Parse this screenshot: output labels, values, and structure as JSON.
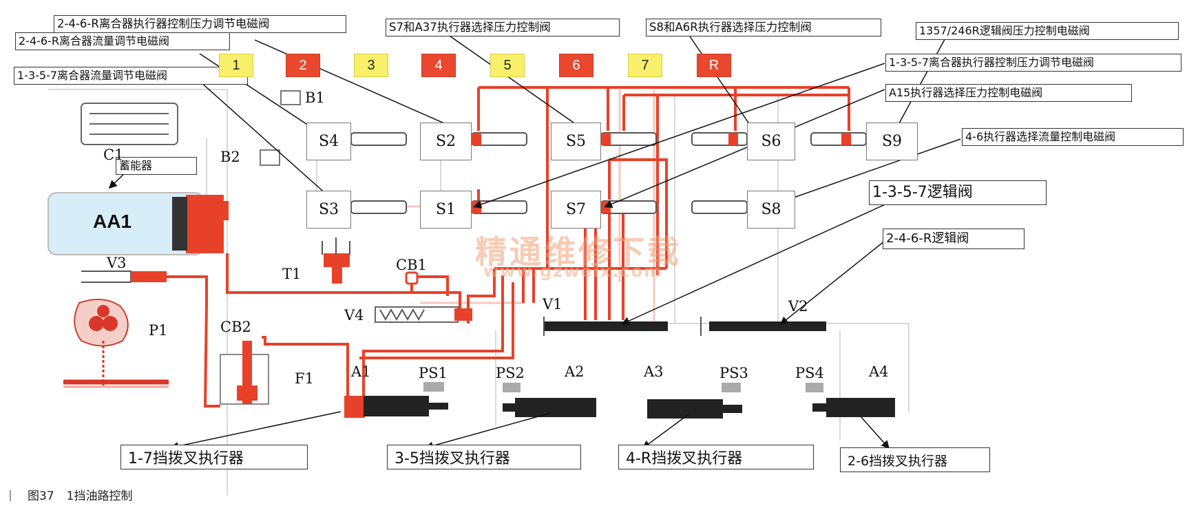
{
  "callouts": {
    "c246R_exec_pressure": "2-4-6-R离合器执行器控制压力调节电磁阀",
    "c246R_flow": "2-4-6-R离合器流量调节电磁阀",
    "c1357_flow": "1-3-5-7离合器流量调节电磁阀",
    "s7_a37": "S7和A37执行器选择压力控制阀",
    "s8_a6r": "S8和A6R执行器选择压力控制阀",
    "logic_pressure": "1357/246R逻辑阀压力控制电磁阀",
    "c1357_exec_pressure": "1-3-5-7离合器执行器控制压力调节电磁阀",
    "a15_select": "A15执行器选择压力控制电磁阀",
    "a46_flow": "4-6执行器选择流量控制电磁阀",
    "logic_1357": "1-3-5-7逻辑阀",
    "logic_246R": "2-4-6-R逻辑阀",
    "accumulator": "蓄能器"
  },
  "gears": [
    {
      "label": "1",
      "color": "#f8f06a"
    },
    {
      "label": "2",
      "color": "#e9482e"
    },
    {
      "label": "3",
      "color": "#f8f06a"
    },
    {
      "label": "4",
      "color": "#e9482e"
    },
    {
      "label": "5",
      "color": "#f8f06a"
    },
    {
      "label": "6",
      "color": "#e9482e"
    },
    {
      "label": "7",
      "color": "#f8f06a"
    },
    {
      "label": "R",
      "color": "#e9482e"
    }
  ],
  "solenoids": {
    "s1": "S1",
    "s2": "S2",
    "s3": "S3",
    "s4": "S4",
    "s5": "S5",
    "s6": "S6",
    "s7": "S7",
    "s8": "S8",
    "s9": "S9"
  },
  "components": {
    "b1": "B1",
    "b2": "B2",
    "c1": "C1",
    "aa1": "AA1",
    "v3": "V3",
    "t1": "T1",
    "cb1": "CB1",
    "v4": "V4",
    "p1": "P1",
    "cb2": "CB2",
    "f1": "F1",
    "v1": "V1",
    "v2": "V2",
    "a1": "A1",
    "a2": "A2",
    "a3": "A3",
    "a4": "A4",
    "ps1": "PS1",
    "ps2": "PS2",
    "ps3": "PS3",
    "ps4": "PS4"
  },
  "fork_labels": {
    "f17": "1-7挡拨叉执行器",
    "f35": "3-5挡拨叉执行器",
    "f4R": "4-R挡拨叉执行器",
    "f26": "2-6挡拨叉执行器"
  },
  "caption": {
    "figure": "图37",
    "title": "1挡油路控制"
  },
  "watermark": {
    "cn": "精通维修下载",
    "url": "www.gzweix.com"
  },
  "colors": {
    "oil_active": "#e8412a",
    "oil_faint": "#f3c9c0",
    "gear_odd": "#f8f06a",
    "gear_even": "#e9482e"
  }
}
